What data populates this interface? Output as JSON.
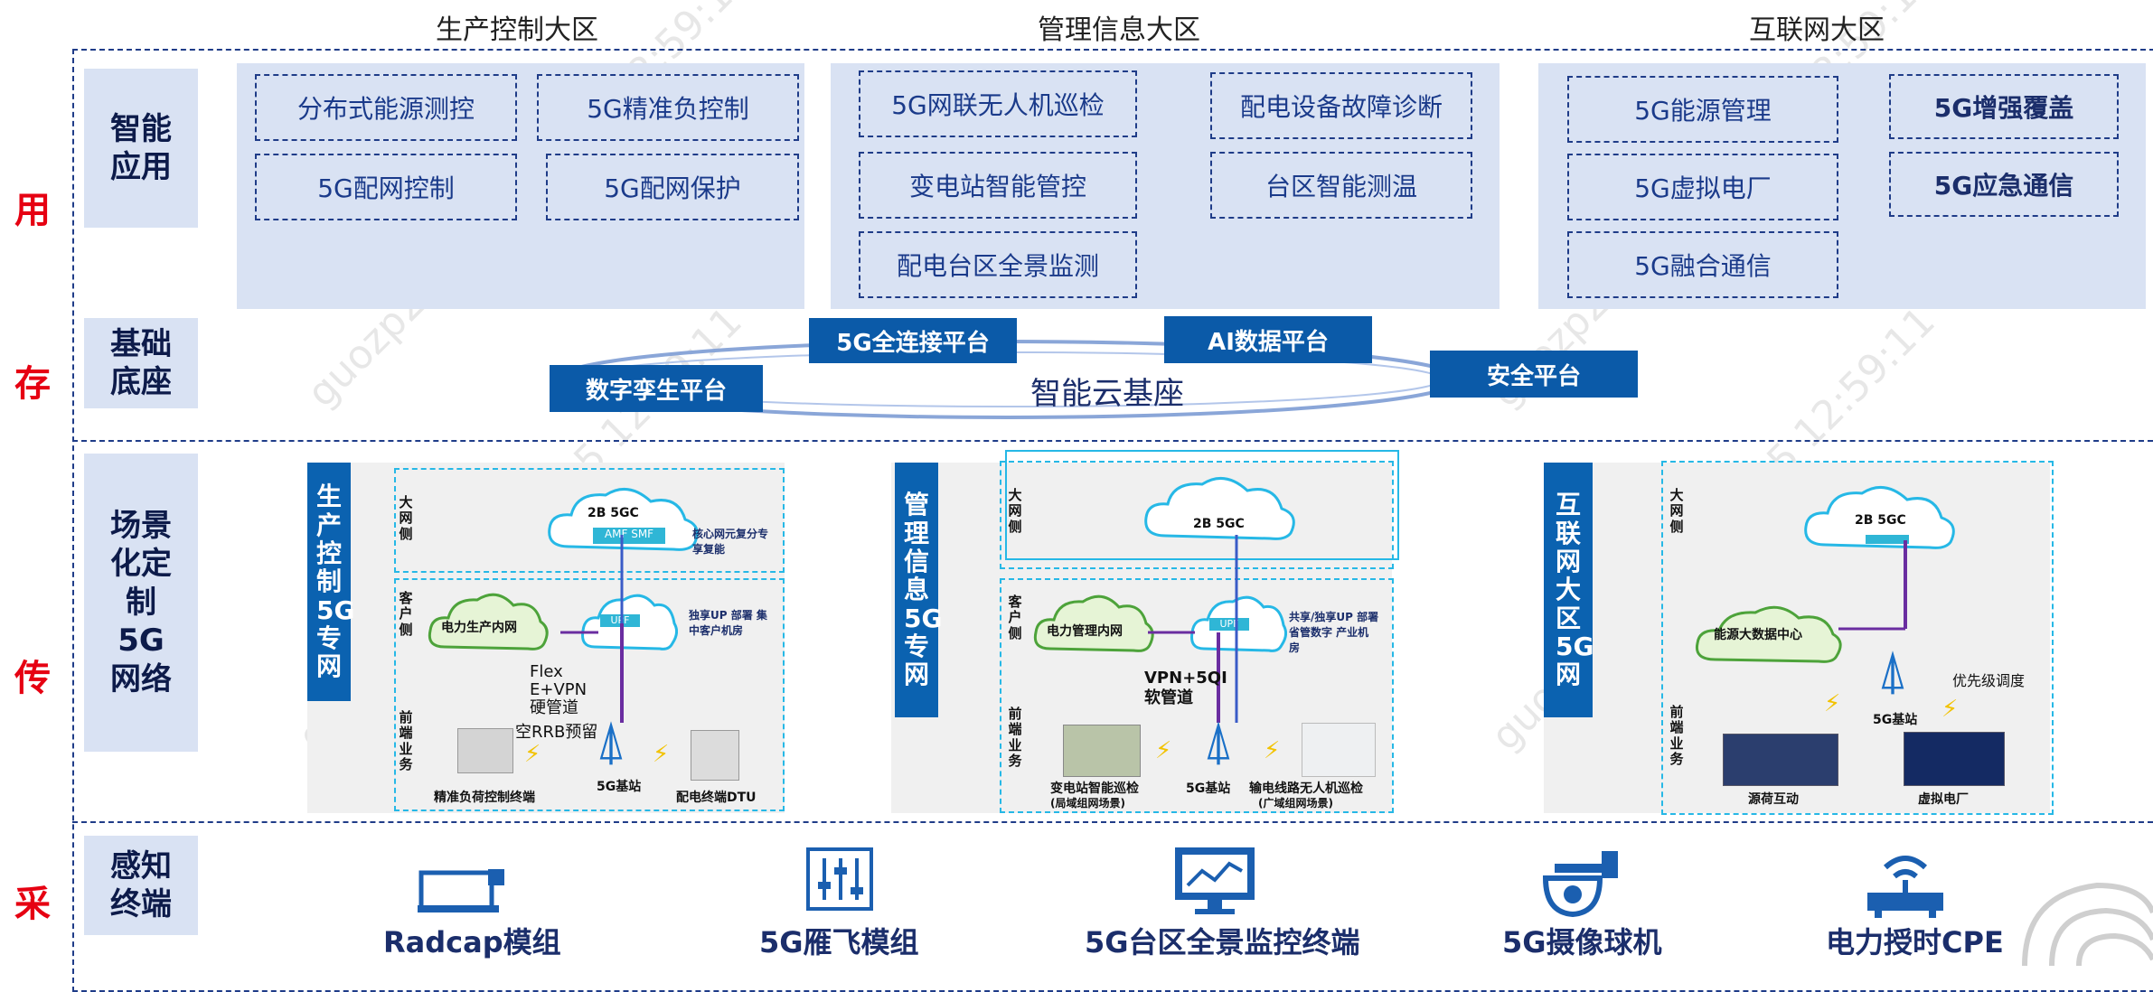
{
  "zones": [
    "生产控制大区",
    "管理信息大区",
    "互联网大区"
  ],
  "side_labels": [
    "用",
    "存",
    "传",
    "采"
  ],
  "row_labels": {
    "apps": "智能应用",
    "base": "基础底座",
    "network": "场景化定制5G网络",
    "terminal": "感知终端"
  },
  "apps": {
    "production": [
      "分布式能源测控",
      "5G精准负控制",
      "5G配网控制",
      "5G配网保护"
    ],
    "management": [
      "5G网联无人机巡检",
      "配电设备故障诊断",
      "变电站智能管控",
      "台区智能测温",
      "配电台区全景监测"
    ],
    "internet": [
      "5G能源管理",
      "5G增强覆盖",
      "5G虚拟电厂",
      "5G应急通信",
      "5G融合通信"
    ]
  },
  "base": {
    "center": "智能云基座",
    "platforms": [
      "5G全连接平台",
      "AI数据平台",
      "数字孪生平台",
      "安全平台"
    ]
  },
  "network": {
    "prod": {
      "vertical": "生产控制5G专网",
      "side_top": "大网侧",
      "side_mid": "客户侧",
      "side_bot": "前端业务",
      "cloud": "2B 5GC",
      "cloud_bar": "AMF SMF",
      "core_note": "核心网元复分专享复能",
      "user_cloud": "电力生产内网",
      "upf": "UPF",
      "upf_note": "独享UP 部署 集中客户机房",
      "tunnel": "Flex E+VPN硬管道",
      "rrb": "空RRB预留",
      "bs": "5G基站",
      "left_device": "精准负荷控制终端",
      "right_device": "配电终端DTU"
    },
    "mgmt": {
      "vertical": "管理信息5G专网",
      "side_top": "大网侧",
      "side_mid": "客户侧",
      "side_bot": "前端业务",
      "cloud": "2B 5GC",
      "user_cloud": "电力管理内网",
      "upf": "UPF",
      "upf_note": "共享/独享UP 部署省管数字 产业机房",
      "tunnel": "VPN+5QI软管道",
      "bs": "5G基站",
      "left_device": "变电站智能巡检",
      "left_sub": "(局域组网场景)",
      "right_device": "输电线路无人机巡检",
      "right_sub": "(广域组网场景)"
    },
    "internet": {
      "vertical": "互联网大区5G网",
      "side_top": "大网侧",
      "side_bot": "前端业务",
      "cloud": "2B 5GC",
      "user_cloud": "能源大数据中心",
      "priority": "优先级调度",
      "bs": "5G基站",
      "left_device": "源荷互动",
      "right_device": "虚拟电厂"
    }
  },
  "terminals": [
    {
      "label": "Radcap模组",
      "icon": "camera-module-icon"
    },
    {
      "label": "5G雁飞模组",
      "icon": "slider-module-icon"
    },
    {
      "label": "5G台区全景监控终端",
      "icon": "monitor-chart-icon"
    },
    {
      "label": "5G摄像球机",
      "icon": "dome-camera-icon"
    },
    {
      "label": "电力授时CPE",
      "icon": "router-cpe-icon"
    }
  ],
  "colors": {
    "side": "#e60012",
    "label_bg": "#d9e2f3",
    "dash": "#1f3c88",
    "platform_bar": "#0b5aa8",
    "vertical_bar": "#0b62b0",
    "network_dash": "#26b8e6"
  }
}
